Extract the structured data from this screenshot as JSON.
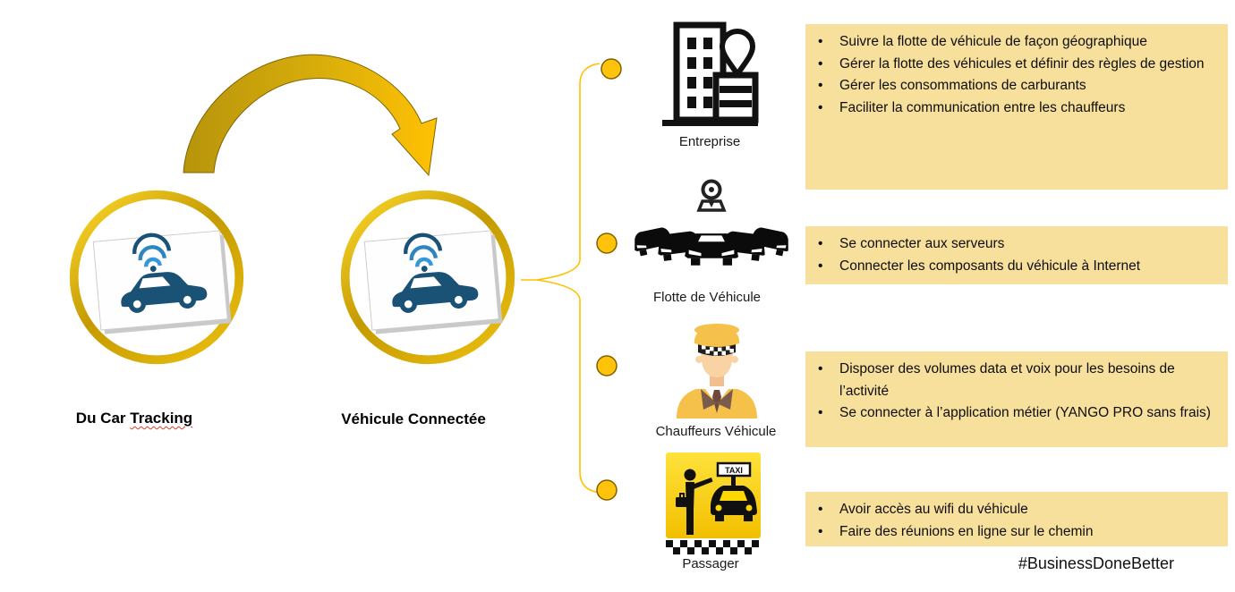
{
  "ui": {
    "bullet": "•"
  },
  "flow": {
    "from_prefix": "Du Car",
    "from_word": "Tracking",
    "to_label": "Véhicule Connectée"
  },
  "stakeholders": [
    {
      "label": "Entreprise",
      "icon": "building-location-icon",
      "needs": [
        "Suivre la flotte de véhicule de façon géographique",
        "Gérer la flotte des véhicules  et définir des règles de gestion",
        "Gérer les consommations de carburants",
        "Faciliter la communication entre les chauffeurs"
      ]
    },
    {
      "label": "Flotte de Véhicule",
      "icon": "car-fleet-pin-icon",
      "needs": [
        "Se connecter aux serveurs",
        "Connecter les composants du véhicule à Internet"
      ]
    },
    {
      "label": "Chauffeurs Véhicule",
      "icon": "taxi-driver-icon",
      "needs": [
        "Disposer des volumes data et voix pour les besoins de l’activité",
        "Se connecter à l’application métier (YANGO PRO sans frais)"
      ]
    },
    {
      "label": "Passager",
      "icon": "taxi-hail-icon",
      "icon_text": "TAXI",
      "needs": [
        "Avoir accès au wifi du véhicule",
        "Faire des réunions en ligne sur le chemin"
      ]
    }
  ],
  "footer": {
    "hashtag": "#BusinessDoneBetter"
  },
  "colors": {
    "panel_bg": "#F7DF9C",
    "accent_gold": "#FFC000",
    "bullet_fill": "#FFC30B",
    "arrow_dark_gold": "#B7940B",
    "car_navy": "#1A5276",
    "wifi_blue": "#2E86C1",
    "taxi_yellow": "#FDD800"
  }
}
